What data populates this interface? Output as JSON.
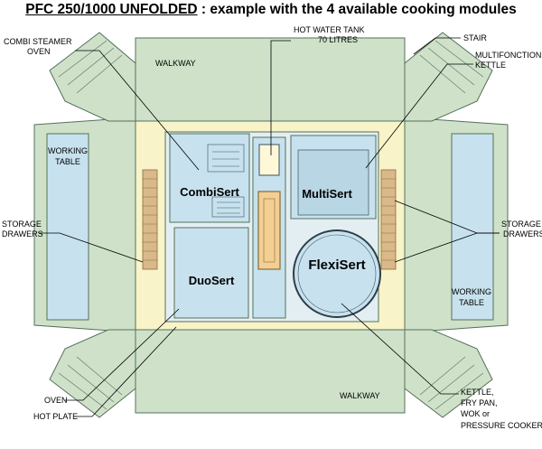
{
  "title": {
    "part1": "PFC 250/1000 UNFOLDED",
    "part2": " : example with the 4 available cooking modules"
  },
  "labels": {
    "combi_steamer_oven": [
      "COMBI STEAMER",
      "OVEN"
    ],
    "hot_water_tank": [
      "HOT WATER TANK",
      "70 LITRES"
    ],
    "stair": "STAIR",
    "multifonction_kettle": [
      "MULTIFONCTION",
      "KETTLE"
    ],
    "walkway_top": "WALKWAY",
    "walkway_bottom": "WALKWAY",
    "working_table_left": [
      "WORKING",
      "TABLE"
    ],
    "working_table_right": [
      "WORKING",
      "TABLE"
    ],
    "storage_drawers_left": [
      "STORAGE",
      "DRAWERS"
    ],
    "storage_drawers_right": [
      "STORAGE",
      "DRAWERS"
    ],
    "oven": "OVEN",
    "hot_plate": "HOT PLATE",
    "kettle_group": [
      "KETTLE,",
      "FRY PAN,",
      "WOK or",
      "PRESSURE COOKER"
    ]
  },
  "modules": {
    "combisert": "CombiSert",
    "multisert": "MultiSert",
    "duosert": "DuoSert",
    "flexisert": "FlexiSert"
  },
  "colors": {
    "platform": "#cfe2c9",
    "floor": "#f8f3c8",
    "module": "#c7e2ee",
    "outline": "#55705a"
  }
}
